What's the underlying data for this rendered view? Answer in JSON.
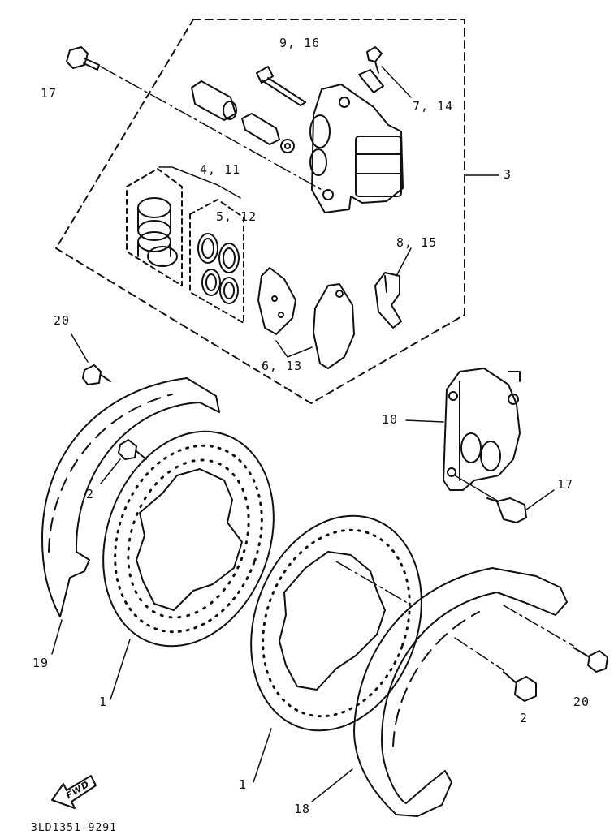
{
  "diagram": {
    "part_code": "3LD1351-9291",
    "fwd_label": "FWD",
    "callouts": {
      "c1_left": "1",
      "c1_right": "1",
      "c2_left": "2",
      "c2_right": "2",
      "c3": "3",
      "c4_11": "4, 11",
      "c5_12": "5, 12",
      "c6_13": "6, 13",
      "c7_14": "7, 14",
      "c8_15": "8, 15",
      "c9_16": "9, 16",
      "c10": "10",
      "c17_top": "17",
      "c17_right": "17",
      "c18": "18",
      "c19": "19",
      "c20_left": "20",
      "c20_right": "20"
    }
  }
}
